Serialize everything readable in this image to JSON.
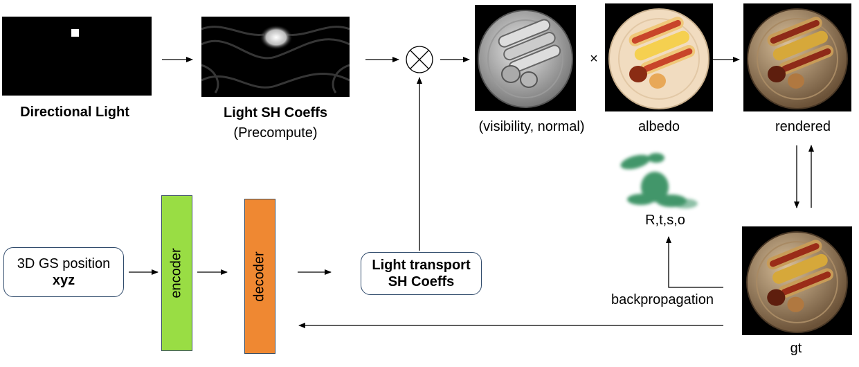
{
  "nodes": {
    "directional_light": {
      "label": "Directional Light"
    },
    "light_sh": {
      "label": "Light SH Coeffs",
      "sublabel": "(Precompute)"
    },
    "vis_normal": {
      "label": "(visibility, normal)"
    },
    "albedo": {
      "label": "albedo"
    },
    "rendered": {
      "label": "rendered"
    },
    "gt": {
      "label": "gt"
    },
    "rtso": {
      "label": "R,t,s,o"
    },
    "input": {
      "line1": "3D GS position",
      "line2": "xyz"
    },
    "encoder": {
      "label": "encoder"
    },
    "decoder": {
      "label": "decoder"
    },
    "light_transport": {
      "line1": "Light transport",
      "line2": "SH Coeffs"
    },
    "backprop": {
      "label": "backpropagation"
    }
  },
  "symbols": {
    "multiply": "×"
  },
  "colors": {
    "encoder": "#99dd44",
    "decoder": "#ef8832",
    "gaussians": "#2e8b5a"
  }
}
